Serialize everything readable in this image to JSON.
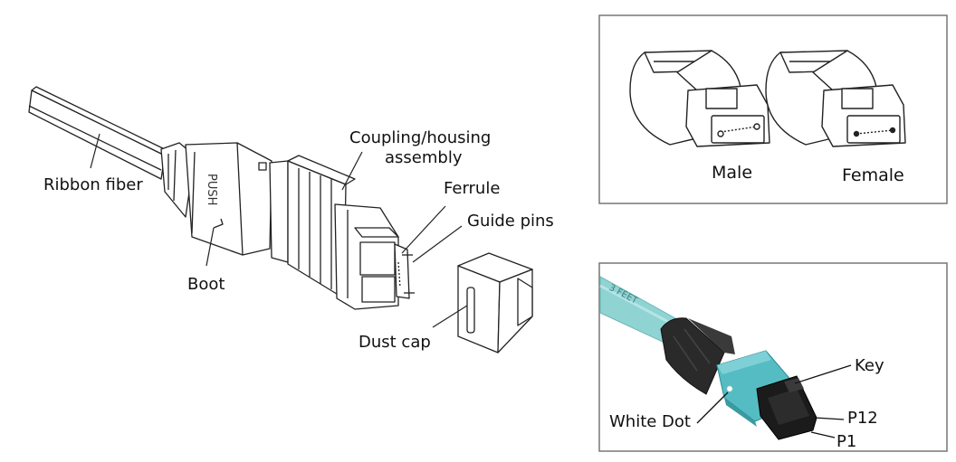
{
  "main_diagram": {
    "labels": {
      "ribbon_fiber": "Ribbon fiber",
      "boot": "Boot",
      "coupling_line1": "Coupling/housing",
      "coupling_line2": "assembly",
      "ferrule": "Ferrule",
      "guide_pins": "Guide pins",
      "dust_cap": "Dust cap"
    },
    "boot_text": "PUSH"
  },
  "gender_panel": {
    "male_label": "Male",
    "female_label": "Female"
  },
  "photo_panel": {
    "cable_text": "3 FEET",
    "labels": {
      "key": "Key",
      "white_dot": "White Dot",
      "p12": "P12",
      "p1": "P1"
    },
    "colors": {
      "cable": "#8fd3d3",
      "housing": "#56bcc4",
      "boot": "#2a2a2a",
      "tip": "#1b1b1b"
    }
  }
}
